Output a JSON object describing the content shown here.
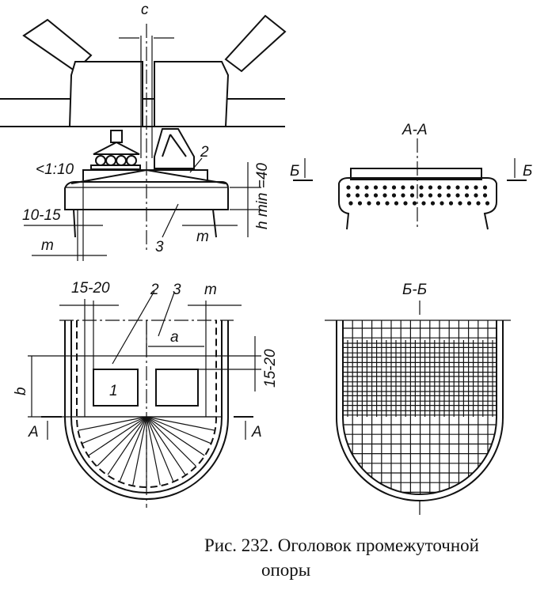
{
  "figure": {
    "caption_line1": "Рис. 232. Оголовок промежуточной",
    "caption_line2": "опоры",
    "labels": {
      "c": "c",
      "slope": "<1:10",
      "n2_top": "2",
      "n3_top": "3",
      "d10_15": "10-15",
      "m1": "m",
      "m2": "m",
      "hmin": "h min =40",
      "section_aa": "А-А",
      "b_left": "Б",
      "b_right": "Б",
      "d15_20_top": "15-20",
      "n2_plan": "2",
      "n3_plan": "3",
      "m_plan": "m",
      "a": "a",
      "d15_20_side": "15-20",
      "b": "b",
      "n1": "1",
      "a_left": "А",
      "a_right": "А",
      "section_bb": "Б-Б"
    }
  }
}
